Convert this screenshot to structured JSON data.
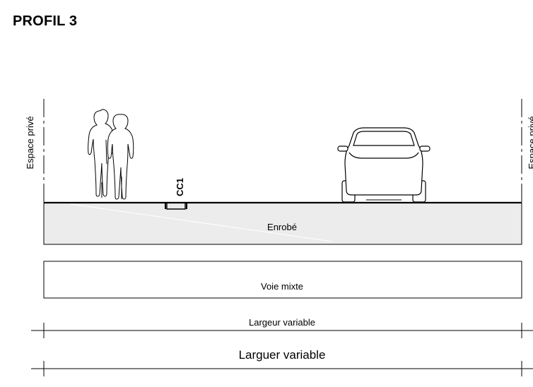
{
  "title": "PROFIL 3",
  "labels": {
    "private_left": "Espace privé",
    "private_right": "Espace privé",
    "curb": "CC1",
    "surface": "Enrobé",
    "lane": "Voie mixte",
    "dim_upper": "Largeur variable",
    "dim_lower": "Larguer variable"
  },
  "colors": {
    "surface_fill": "#ececec",
    "line": "#000000",
    "background": "#ffffff"
  }
}
